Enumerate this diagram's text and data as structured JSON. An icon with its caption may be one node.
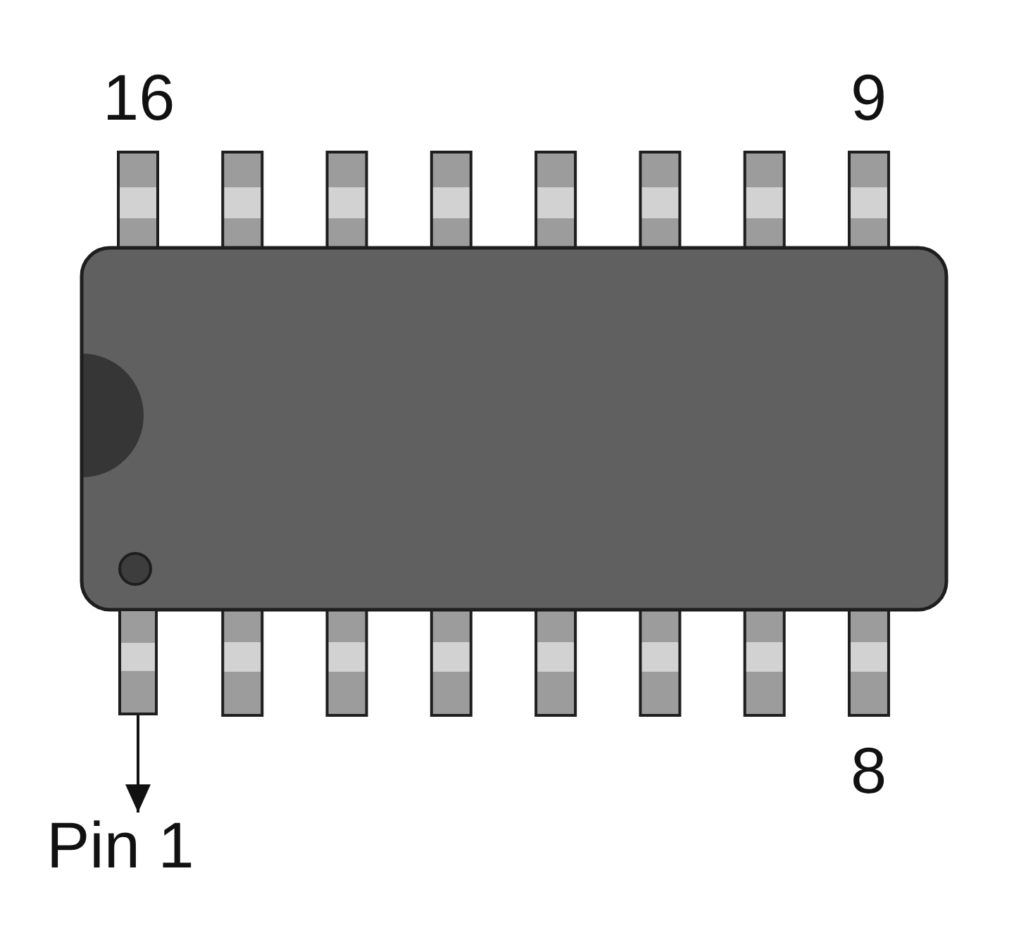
{
  "diagram": {
    "nodes": [
      {
        "text": [],
        "shape": "box"
      },
      {
        "text": [
          "Pin 1"
        ]
      }
    ],
    "edges": [
      {
        "from": 0,
        "to": 1,
        "arrow": "to"
      }
    ],
    "labels": [
      "16",
      "9",
      "8"
    ]
  }
}
